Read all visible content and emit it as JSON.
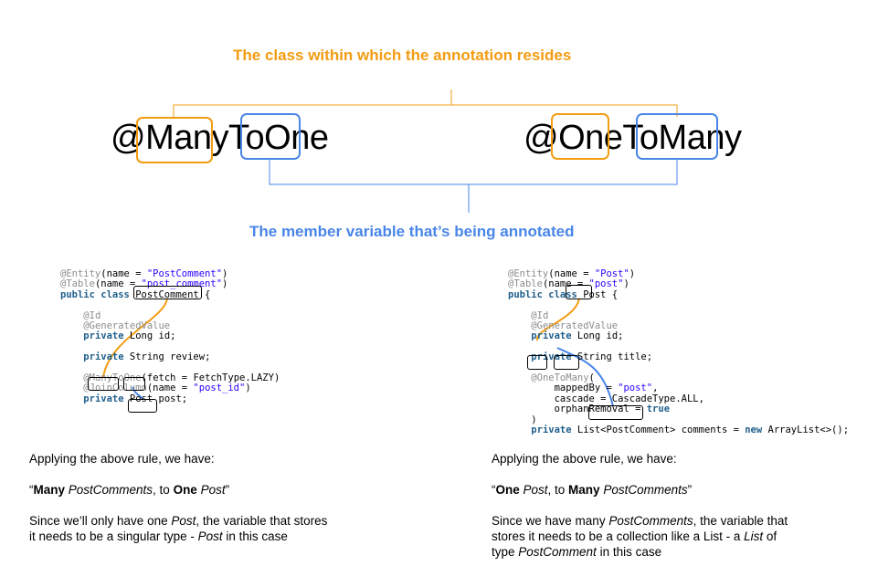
{
  "headers": {
    "class_label": "The class within which the annotation resides",
    "member_label": "The member variable that’s being annotated"
  },
  "annotations": {
    "left": {
      "at": "@",
      "first": "Many",
      "to": "To",
      "second": "One"
    },
    "right": {
      "at": "@",
      "first": "One",
      "to": "To",
      "second": "Many"
    }
  },
  "colors": {
    "class_accent": "#f39c12",
    "member_accent": "#4a86e8"
  },
  "left_code": {
    "l1_ann": "@Entity",
    "l1_a": "(name = ",
    "l1_str": "\"PostComment\"",
    "l1_b": ")",
    "l2_ann": "@Table",
    "l2_a": "(name = ",
    "l2_str": "\"post_comment\"",
    "l2_b": ")",
    "l3_kw": "public class ",
    "l3_cls": "PostComment",
    "l3_b": " {",
    "l4_ann": "@Id",
    "l5_ann": "@GeneratedValue",
    "l6_kw": "private",
    "l6_b": " Long id;",
    "l7_kw": "private",
    "l7_b": " String review;",
    "l8_at": "@",
    "l8_many": "Many",
    "l8_to": "To",
    "l8_one": "One",
    "l8_b": "(fetch = FetchType.LAZY)",
    "l9_ann": "@JoinColumn",
    "l9_a": "(name = ",
    "l9_str": "\"post_id\"",
    "l9_b": ")",
    "l10_kw": "private ",
    "l10_type": "Post",
    "l10_b": " post;"
  },
  "right_code": {
    "l1_ann": "@Entity",
    "l1_a": "(name = ",
    "l1_str": "\"Post\"",
    "l1_b": ")",
    "l2_ann": "@Table",
    "l2_a": "(name = ",
    "l2_str": "\"post\"",
    "l2_b": ")",
    "l3_kw": "public class ",
    "l3_cls": "Post",
    "l3_b": " {",
    "l4_ann": "@Id",
    "l5_ann": "@GeneratedValue",
    "l6_kw": "private",
    "l6_b": " Long id;",
    "l7_kw": "private",
    "l7_b": " String title;",
    "l8_at": "@",
    "l8_one": "One",
    "l8_to": "To",
    "l8_many": "Many",
    "l8_b": "(",
    "l9": "mappedBy = ",
    "l9_str": "\"post\"",
    "l9_b": ",",
    "l10": "cascade = CascadeType.ALL,",
    "l11": "orphanRemoval = ",
    "l11_kw": "true",
    "l12": ")",
    "l13_kw": "private",
    "l13_a": " List<",
    "l13_type": "PostComment",
    "l13_b": "> comments = ",
    "l13_kw2": "new",
    "l13_c": " ArrayList<>();"
  },
  "left_text": {
    "intro": "Applying the above rule, we have:",
    "q_open": "“",
    "q_many": "Many",
    "q_pc": " PostComments",
    "q_to": ", to ",
    "q_one": "One",
    "q_post": " Post",
    "q_close": "”",
    "expl_1": "Since we’ll only have one ",
    "expl_post": "Post",
    "expl_2": ", the variable that stores",
    "expl_3": "it needs to be a singular type - ",
    "expl_post2": "Post",
    "expl_4": " in this case"
  },
  "right_text": {
    "intro": "Applying the above rule, we have:",
    "q_open": "“",
    "q_one": "One",
    "q_post": " Post",
    "q_to": ", to ",
    "q_many": "Many",
    "q_pc": " PostComments",
    "q_close": "”",
    "expl_1": "Since we have many ",
    "expl_pc": "PostComments",
    "expl_2": ", the variable that",
    "expl_3": "stores it needs to be a collection like a List - a ",
    "expl_list": "List",
    "expl_4": " of",
    "expl_5": "type ",
    "expl_pc2": "PostComment",
    "expl_6": " in this case"
  }
}
